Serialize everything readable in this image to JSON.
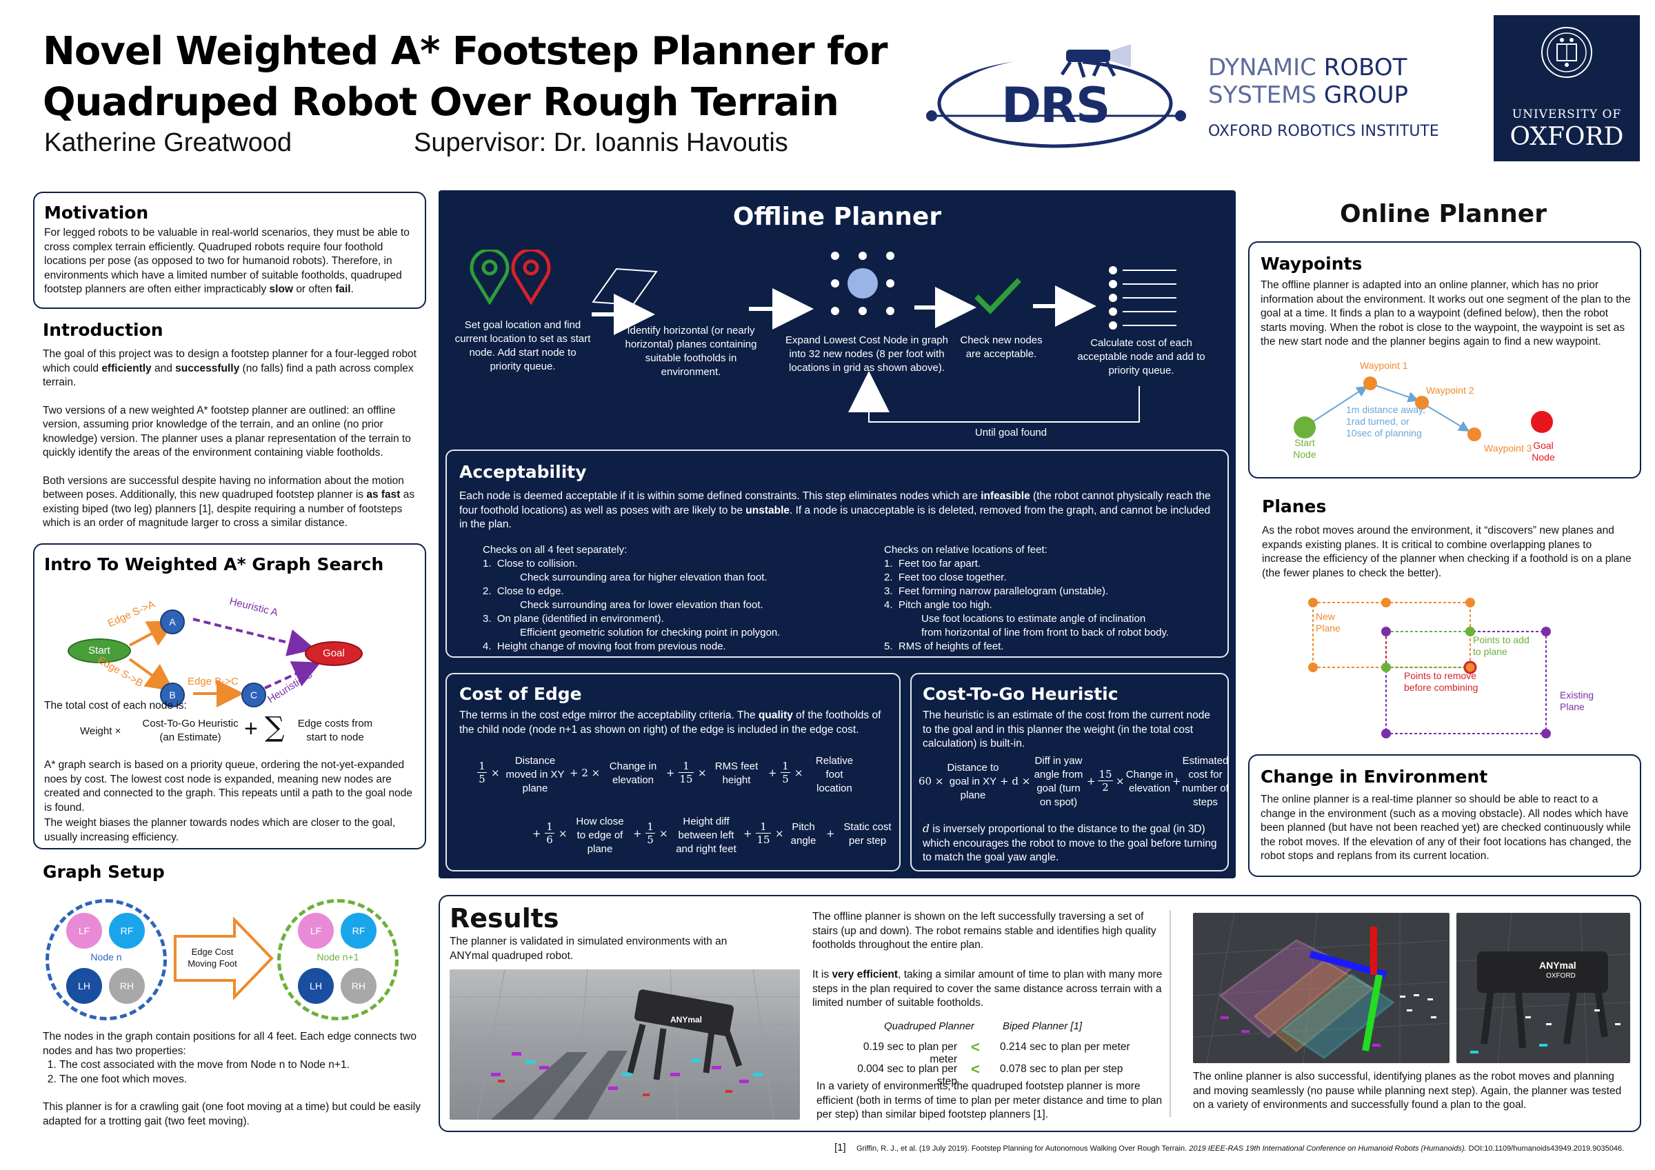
{
  "header": {
    "title_line1": "Novel Weighted A* Footstep Planner for",
    "title_line2": "Quadruped Robot Over Rough Terrain",
    "author": "Katherine Greatwood",
    "supervisor": "Supervisor: Dr. Ioannis Havoutis",
    "drs_logo_text": "DRS",
    "drs_line1a": "DYNAMIC",
    "drs_line1b": "ROBOT",
    "drs_line2a": "SYSTEMS",
    "drs_line2b": "GROUP",
    "drs_line3": "OXFORD ROBOTICS INSTITUTE",
    "oxford_line1": "UNIVERSITY OF",
    "oxford_line2": "OXFORD"
  },
  "motivation": {
    "heading": "Motivation",
    "text_a": "For legged robots to be valuable in real-world scenarios, they must be able to cross complex terrain efficiently. Quadruped robots require four foothold locations per pose (as opposed to two for humanoid robots). Therefore, in environments which have a limited number of suitable footholds, quadruped footstep planners are often either impracticably",
    "bold1": "slow",
    "mid": "or often",
    "bold2": "fail",
    "end": "."
  },
  "introduction": {
    "heading": "Introduction",
    "p1a": "The goal of this project was to design a footstep planner for a four-legged robot which could",
    "p1b": "efficiently",
    "p1c": "and",
    "p1d": "successfully",
    "p1e": "(no falls) find a path across complex terrain.",
    "p2": "Two versions of a new weighted A* footstep planner are outlined: an offline version, assuming prior knowledge of the terrain, and an online (no prior knowledge) version. The planner uses a planar representation of the terrain to quickly identify the areas of the environment containing viable footholds.",
    "p3a": "Both versions are successful despite having no information about the motion between poses. Additionally, this new quadruped footstep planner is",
    "p3b": "as fast",
    "p3c": "as existing biped (two leg) planners [1], despite requiring a number of footsteps which is an order of magnitude larger to cross a similar distance."
  },
  "astar": {
    "heading": "Intro To Weighted A* Graph Search",
    "node_start": "Start",
    "node_a": "A",
    "node_b": "B",
    "node_c": "C",
    "node_goal": "Goal",
    "edge_sa": "Edge S->A",
    "edge_sb": "Edge S->B",
    "edge_bc": "Edge B->C",
    "heur_a": "Heuristic A",
    "heur_c": "Heuristic C",
    "total_cost": "The total cost of each node is:",
    "f_weight": "Weight ×",
    "f_ctg_1": "Cost-To-Go Heuristic",
    "f_ctg_2": "(an Estimate)",
    "f_plus": "+",
    "f_sum": "∑",
    "f_edge_1": "Edge costs from",
    "f_edge_2": "start to node",
    "p1": "A* graph search is based on a priority queue, ordering the not-yet-expanded noes by cost. The lowest cost node is expanded, meaning new nodes are created and connected to the graph. This repeats until a path to the goal node is found.",
    "p2": "The weight biases the planner towards nodes which are closer to the goal, usually increasing efficiency."
  },
  "graph_setup": {
    "heading": "Graph Setup",
    "lf": "LF",
    "rf": "RF",
    "lh": "LH",
    "rh": "RH",
    "node_n": "Node n",
    "node_n1": "Node n+1",
    "arrow_1": "Edge Cost",
    "arrow_2": "Moving Foot",
    "p1": "The nodes in the graph contain positions for all 4 feet. Each edge connects two nodes and has two properties:",
    "li1": "The cost associated with the move from Node n to Node n+1.",
    "li2": "The one foot which moves.",
    "p2": "This planner is for a crawling gait (one foot moving at a time) but could be easily adapted for a trotting gait (two feet moving)."
  },
  "offline": {
    "heading": "Offline Planner",
    "step1": "Set goal location and find current location to set as start node. Add start node to priority queue.",
    "step2": "Identify horizontal (or nearly horizontal) planes containing suitable footholds in environment.",
    "step3": "Expand Lowest Cost Node in graph into 32 new nodes (8 per foot with locations in grid as shown above).",
    "step4": "Check new nodes are acceptable.",
    "step5": "Calculate cost of each acceptable node and add to priority queue.",
    "loop": "Until goal found"
  },
  "acceptability": {
    "heading": "Acceptability",
    "p_a": "Each node is deemed acceptable if it is within some defined constraints. This step eliminates nodes which are",
    "p_b": "infeasible",
    "p_c": "(the robot cannot physically reach the four foothold locations) as well as poses with are likely to be",
    "p_d": "unstable",
    "p_e": ". If a node is unacceptable is is deleted, removed from the graph, and cannot be included in the plan.",
    "left_title": "Checks on all 4 feet separately:",
    "l1": "Close to collision.",
    "l1s": "Check surrounding area for higher elevation than foot.",
    "l2": "Close to edge.",
    "l2s": "Check surrounding area for lower elevation than foot.",
    "l3": "On plane (identified in environment).",
    "l3s": "Efficient geometric solution for checking point in polygon.",
    "l4": "Height change of moving foot from previous node.",
    "right_title": "Checks on relative locations of feet:",
    "r1": "Feet too far apart.",
    "r2": "Feet too close together.",
    "r3": "Feet forming narrow parallelogram (unstable).",
    "r4": "Pitch angle too high.",
    "r4s1": "Use foot locations to estimate angle of inclination",
    "r4s2": "from horizontal of line from front to back of robot body.",
    "r5": "RMS of heights of feet."
  },
  "cost_edge": {
    "heading": "Cost of Edge",
    "p_a": "The terms in the cost edge mirror the acceptability criteria. The",
    "p_b": "quality",
    "p_c": "of the footholds of the child node (node n+1 as shown on right) of the edge is included in the edge cost.",
    "t1": "Distance moved in XY plane",
    "c1n": "1",
    "c1d": "5",
    "c2": "+ 2 ×",
    "t2": "Change in elevation",
    "c3n": "1",
    "c3d": "15",
    "t3": "RMS feet height",
    "c4n": "1",
    "c4d": "5",
    "t4": "Relative foot location",
    "c5n": "1",
    "c5d": "6",
    "t5": "How close to edge of plane",
    "c6n": "1",
    "c6d": "5",
    "t6": "Height diff between left and right feet",
    "c7n": "1",
    "c7d": "15",
    "t7": "Pitch angle",
    "t8": "Static cost per step"
  },
  "ctg": {
    "heading": "Cost-To-Go Heuristic",
    "p": "The heuristic is an estimate of the cost from the current node to the goal and in this planner the weight (in the total cost calculation) is built-in.",
    "c1": "60 ×",
    "t1": "Distance to goal in XY plane",
    "c2": "+ d ×",
    "t2": "Diff in yaw angle from goal (turn on spot)",
    "c3n": "15",
    "c3d": "2",
    "t3": "Change in elevation",
    "t4": "Estimated cost for number of steps",
    "d_var": "d",
    "p2": "is inversely proportional to the distance to the goal (in 3D) which encourages the robot to move to the goal before turning to match the goal yaw angle."
  },
  "online": {
    "heading": "Online Planner",
    "waypoints_heading": "Waypoints",
    "waypoints_p": "The offline planner is adapted into an online planner, which has no prior information about the environment. It works out one segment of the plan to the goal at a time. It finds a plan to a waypoint (defined below), then the robot starts moving. When the robot is close to the waypoint, the waypoint is set as the new start node and the planner begins again to find a new waypoint.",
    "wp1": "Waypoint 1",
    "wp2": "Waypoint 2",
    "wp3": "Waypoint 3",
    "start1": "Start",
    "start2": "Node",
    "goal1": "Goal",
    "goal2": "Node",
    "dist1": "1m distance away,",
    "dist2": "1rad turned, or",
    "dist3": "10sec of planning",
    "planes_heading": "Planes",
    "planes_p": "As the robot moves around the environment, it “discovers” new planes and expands existing planes. It is critical to combine overlapping planes to increase the efficiency of the planner when checking if a foothold is on a plane (the fewer planes to check the better).",
    "new1": "New",
    "new2": "Plane",
    "add1": "Points to add",
    "add2": "to plane",
    "rm1": "Points to remove",
    "rm2": "before combining",
    "ex1": "Existing",
    "ex2": "Plane",
    "change_heading": "Change in Environment",
    "change_p": "The online planner is a real-time planner so should be able to react to a change in the environment (such as a moving obstacle). All nodes which have been planned (but have not been reached yet) are checked continuously while the robot moves. If the elevation of any of their foot locations has changed, the robot stops and replans from its current location."
  },
  "results": {
    "heading": "Results",
    "sub": "The planner is validated in simulated environments with an ANYmal quadruped robot.",
    "p1": "The offline planner is shown on the left successfully traversing a set of stairs (up and down). The robot remains stable and identifies high quality footholds throughout the entire plan.",
    "p2a": "It is",
    "p2b": "very efficient",
    "p2c": ", taking a similar amount of time to plan with many more steps in the plan required to cover the same distance across terrain with a limited number of suitable footholds.",
    "col1": "Quadruped Planner",
    "col2": "Biped Planner [1]",
    "r1a": "0.19 sec to plan per meter",
    "r1b": "0.214 sec to plan per meter",
    "r2a": "0.004 sec to plan per step",
    "r2b": "0.078 sec to plan per step",
    "lt": "<",
    "p3": "In a variety of environments, the quadruped footstep planner is more efficient (both in terms of time to plan per meter distance and time to plan per step) than similar biped footstep planners [1].",
    "p4": "The online planner is also successful, identifying planes as the robot moves and planning and moving seamlessly (no pause while planning next step). Again, the planner was tested on a variety of environments and successfully found a plan to the goal.",
    "anymal": "ANYmal",
    "oxford_badge": "OXFORD"
  },
  "reference": {
    "num": "[1]",
    "text_a": "Griffin, R. J., et al. (19 July 2019). Footstep Planning for Autonomous Walking Over Rough Terrain.",
    "text_b": "2019 IEEE-RAS 19th International Conference on Humanoid Robots (Humanoids).",
    "text_c": "DOI:10.1109/humanoids43949.2019.9035046."
  },
  "colors": {
    "navy": "#0d1f45",
    "green": "#2e9e3a",
    "red": "#d4232a",
    "orange": "#ef8a2d",
    "purple": "#7a2fa8",
    "blue_node": "#2e64b8"
  }
}
